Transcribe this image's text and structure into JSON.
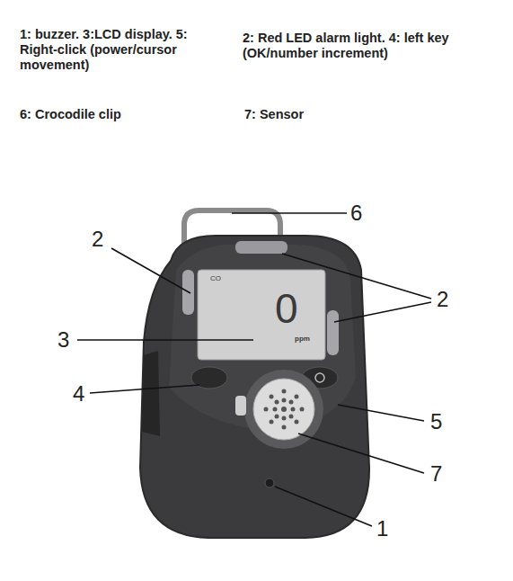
{
  "diagram": {
    "labels": [
      "1: buzzer. 3:LCD display. 5: Right-click (power/cursor movement)",
      "2: Red LED alarm light. 4: left key (OK/number increment)",
      "6: Crocodile clip",
      "7: Sensor",
      "6",
      "2",
      "2",
      "3",
      "4",
      "5",
      "7",
      "1",
      "CO",
      "0",
      "ppm"
    ]
  }
}
